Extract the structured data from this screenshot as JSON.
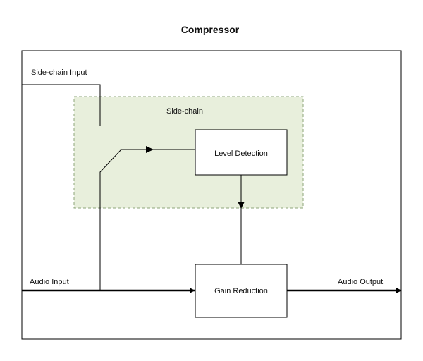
{
  "title": "Compressor",
  "labels": {
    "sidechain_input": "Side-chain Input",
    "sidechain_region": "Side-chain",
    "audio_input": "Audio Input",
    "audio_output": "Audio Output"
  },
  "blocks": {
    "level_detection": "Level Detection",
    "gain_reduction": "Gain Reduction"
  },
  "colors": {
    "sidechain_fill": "#e8efdc",
    "sidechain_border": "#8ea67a",
    "line": "#000000"
  }
}
